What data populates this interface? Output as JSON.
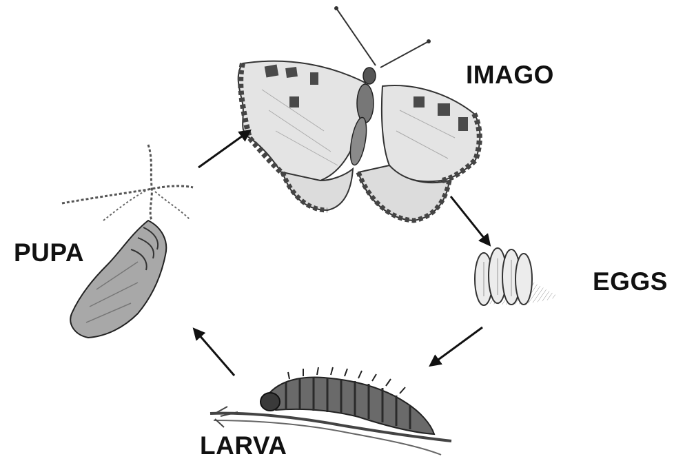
{
  "stages": {
    "imago": {
      "label": "IMAGO"
    },
    "eggs": {
      "label": "EGGS"
    },
    "larva": {
      "label": "LARVA"
    },
    "pupa": {
      "label": "PUPA"
    }
  },
  "colors": {
    "ink": "#111111",
    "line": "#3a3a3a",
    "wing_fill": "#d9d9d9",
    "wing_dark": "#4a4a4a",
    "egg_fill": "#ececec",
    "larva_fill": "#5a5a5a",
    "pupa_fill": "#9a9a9a"
  },
  "arrows": [
    {
      "from": "pupa",
      "to": "imago"
    },
    {
      "from": "imago",
      "to": "eggs"
    },
    {
      "from": "eggs",
      "to": "larva"
    },
    {
      "from": "larva",
      "to": "pupa"
    }
  ]
}
